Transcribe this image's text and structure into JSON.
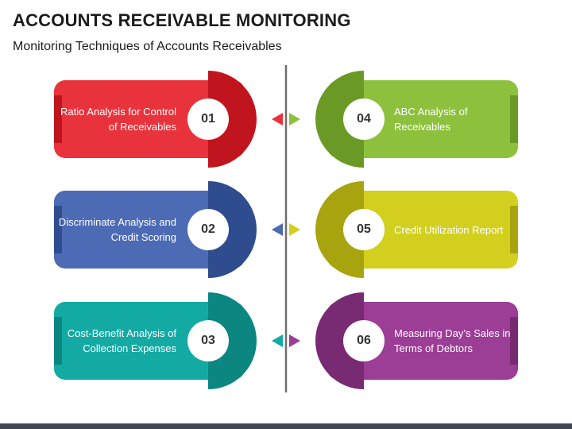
{
  "title": "ACCOUNTS RECEIVABLE MONITORING",
  "subtitle": "Monitoring Techniques of Accounts Receivables",
  "items": [
    {
      "num": "01",
      "label": "Ratio Analysis for Control of Receivables",
      "color": "#e8333d",
      "dark": "#c0151f",
      "side": "left"
    },
    {
      "num": "02",
      "label": "Discriminate Analysis and Credit Scoring",
      "color": "#4d6bb5",
      "dark": "#2f4c8f",
      "side": "left"
    },
    {
      "num": "03",
      "label": "Cost-Benefit Analysis of Collection Expenses",
      "color": "#13aaa3",
      "dark": "#0b8680",
      "side": "left"
    },
    {
      "num": "04",
      "label": "ABC Analysis of Receivables",
      "color": "#8dc13d",
      "dark": "#6a9a25",
      "side": "right"
    },
    {
      "num": "05",
      "label": "Credit Utilization Report",
      "color": "#d2cf1f",
      "dark": "#a8a40f",
      "side": "right"
    },
    {
      "num": "06",
      "label": "Measuring Day’s Sales in Terms of Debtors",
      "color": "#9c3d96",
      "dark": "#782a73",
      "side": "right"
    }
  ]
}
